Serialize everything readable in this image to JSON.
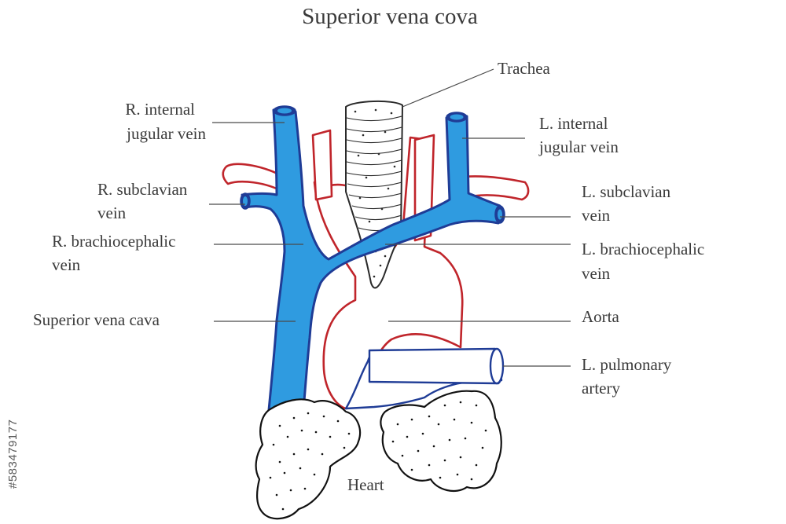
{
  "title": "Superior vena cova",
  "labels": {
    "trachea": "Trachea",
    "r_internal_jugular_1": "R. internal",
    "r_internal_jugular_2": "jugular vein",
    "l_internal_jugular_1": "L. internal",
    "l_internal_jugular_2": "jugular vein",
    "r_subclavian_1": "R. subclavian",
    "r_subclavian_2": "vein",
    "l_subclavian_1": "L. subclavian",
    "l_subclavian_2": "vein",
    "r_brachiocephalic_1": "R. brachiocephalic",
    "r_brachiocephalic_2": "vein",
    "l_brachiocephalic_1": "L. brachiocephalic",
    "l_brachiocephalic_2": "vein",
    "svc": "Superior vena cava",
    "aorta": "Aorta",
    "l_pulmonary_1": "L. pulmonary",
    "l_pulmonary_2": "artery",
    "heart": "Heart"
  },
  "watermark_id": "#583479177",
  "colors": {
    "vein_fill": "#2f9be0",
    "vein_outline": "#1f3c96",
    "artery_outline": "#c0252b",
    "text": "#3a3a3a"
  }
}
